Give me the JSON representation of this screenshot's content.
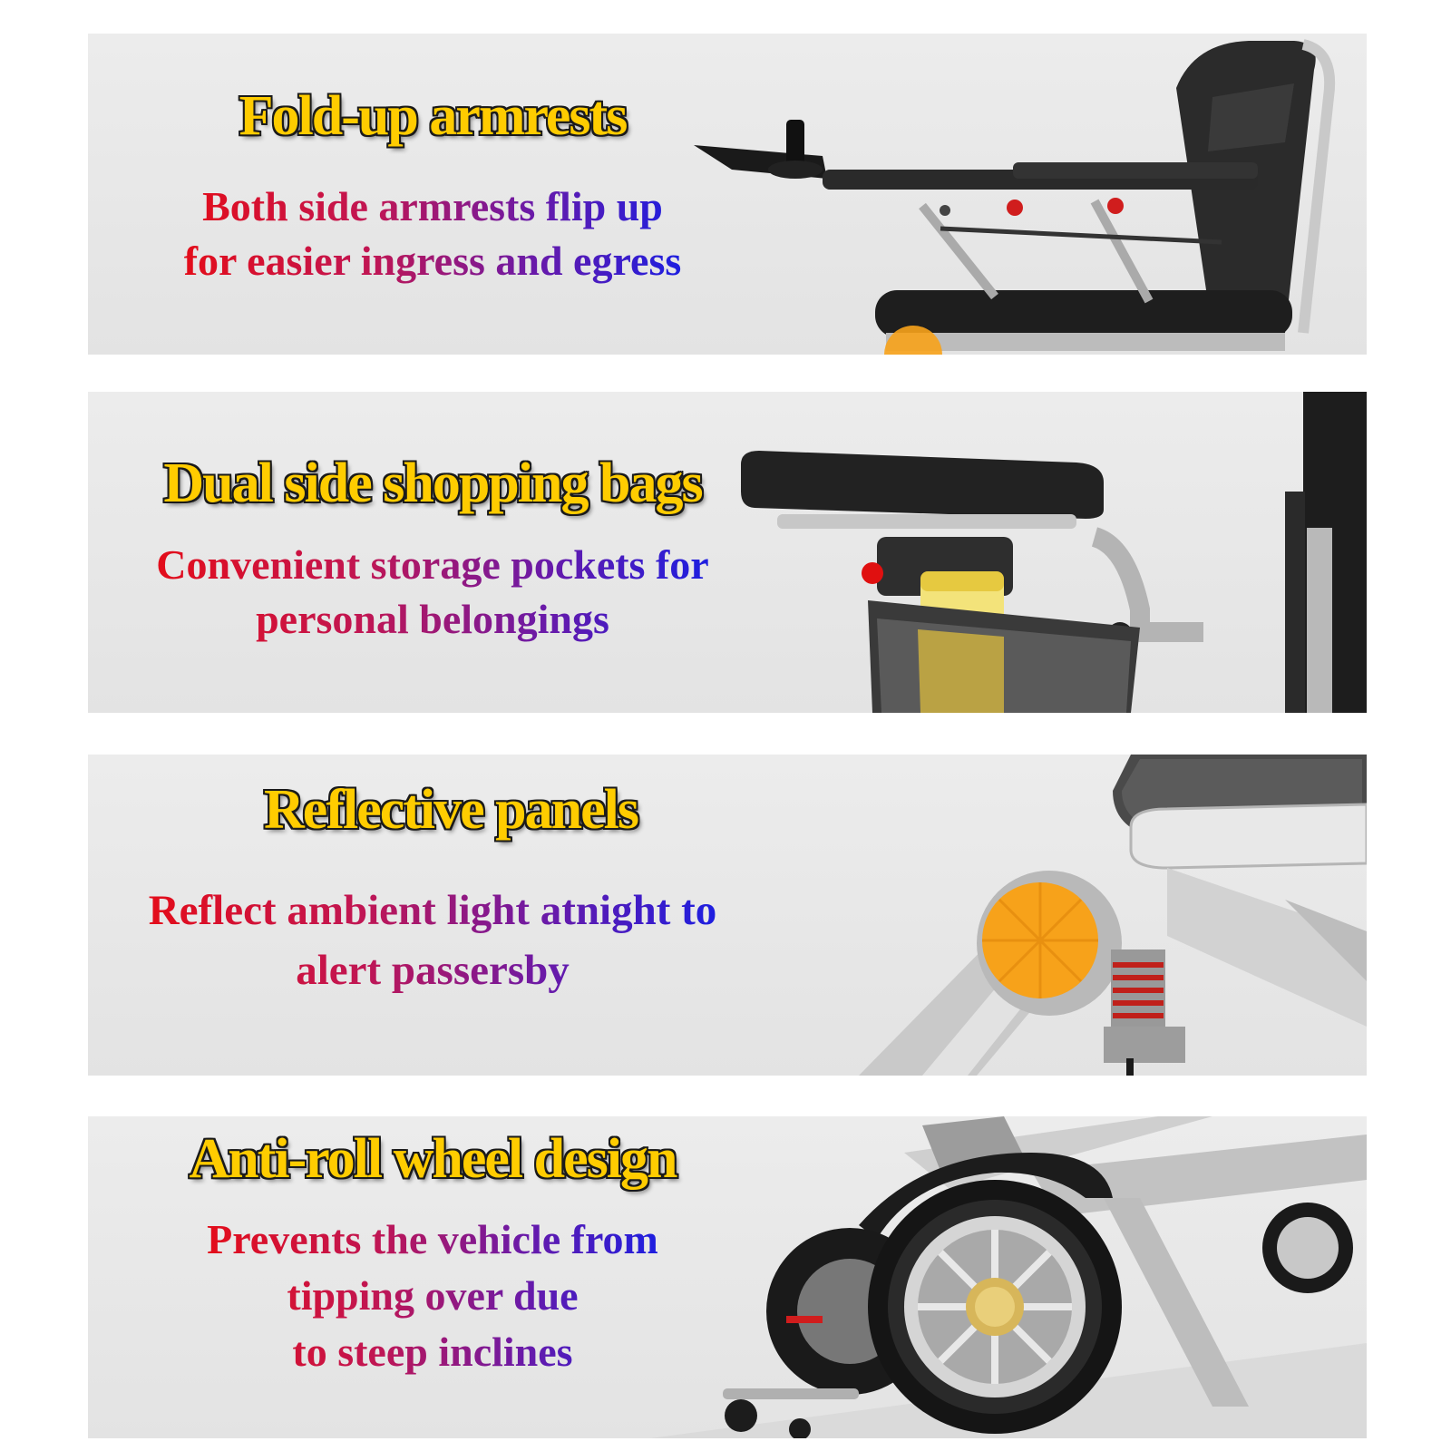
{
  "features": [
    {
      "title": "Fold-up armrests",
      "lines": [
        "Both side armrests flip up",
        "for easier ingress and egress"
      ],
      "image": "wheelchair-seat-armrests-image"
    },
    {
      "title": "Dual side shopping bags",
      "lines": [
        "Convenient storage pockets for",
        "personal belongings"
      ],
      "image": "armrest-storage-basket-image"
    },
    {
      "title": "Reflective panels",
      "lines": [
        "Reflect ambient light atnight to",
        "alert passersby"
      ],
      "image": "orange-reflector-suspension-image"
    },
    {
      "title": "Anti-roll wheel design",
      "lines": [
        "Prevents the vehicle from",
        "tipping over due",
        "to steep inclines"
      ],
      "image": "rear-wheel-anti-tip-image"
    }
  ],
  "colors": {
    "title_fill": "#ffcc00",
    "title_outline": "#1a1a1a",
    "text_red": "#e30d1a",
    "text_purple": "#6a1aa8",
    "text_blue": "#1d1ee0",
    "panel_bg": "#e8e8e8",
    "reflector_orange": "#f7a21a"
  }
}
